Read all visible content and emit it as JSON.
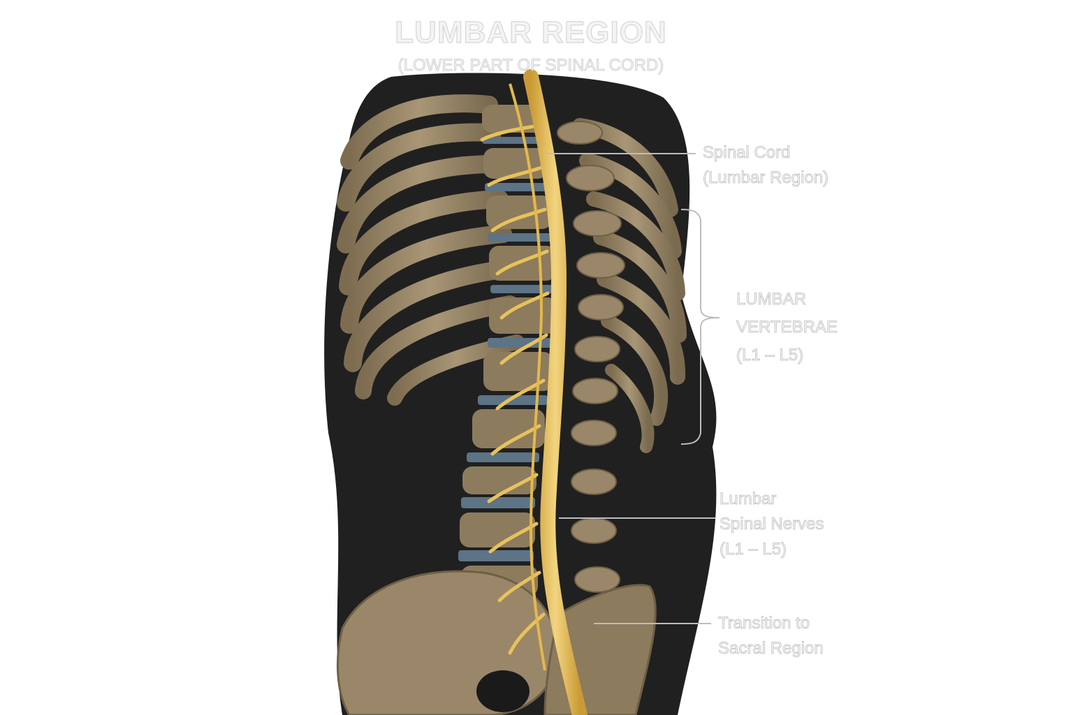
{
  "header": {
    "title": "LUMBAR REGION",
    "subtitle": "(LOWER PART OF SPINAL CORD)"
  },
  "labels": {
    "spinal_cord": [
      "Spinal Cord",
      "(Lumbar Region)"
    ],
    "lumbar_vertebrae": [
      "LUMBAR",
      "VERTEBRAE",
      "(L1 – L5)"
    ],
    "spinal_nerves": [
      "Lumbar",
      "Spinal Nerves",
      "(L1 – L5)"
    ],
    "sacral_transition": [
      "Transition to",
      "Sacral Region"
    ]
  },
  "colors": {
    "bone": "#9c8a6c",
    "bone_dark": "#6f5f45",
    "nerve": "#e8c25a",
    "disc": "#5d7386",
    "silhouette": "#141414",
    "leader_line": "#bdbdbd"
  }
}
